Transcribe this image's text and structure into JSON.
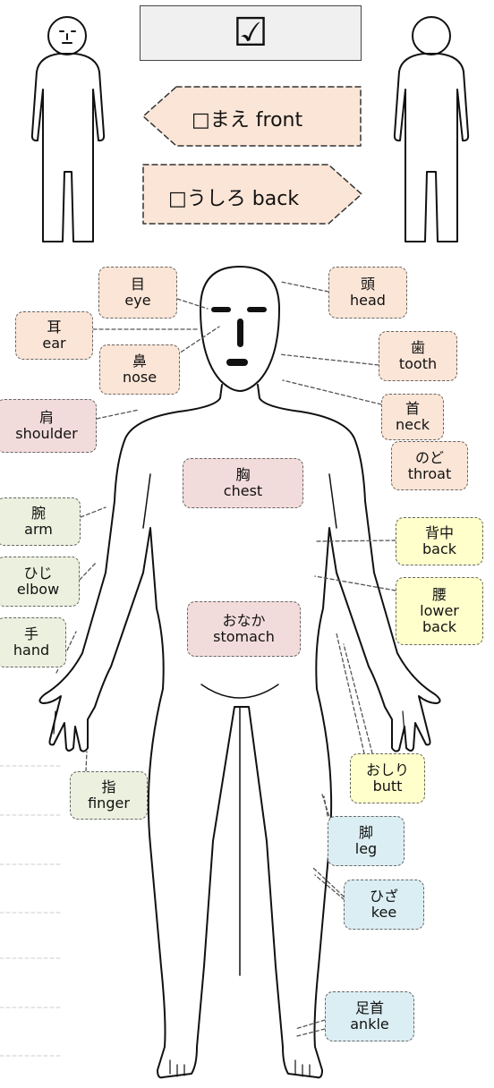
{
  "check_symbol": "☑",
  "buttons": {
    "front": "□まえ front",
    "back": "□うしろ back"
  },
  "labels": {
    "eye": {
      "jp": "目",
      "en": "eye"
    },
    "head": {
      "jp": "頭",
      "en": "head"
    },
    "ear": {
      "jp": "耳",
      "en": "ear"
    },
    "nose": {
      "jp": "鼻",
      "en": "nose"
    },
    "tooth": {
      "jp": "歯",
      "en": "tooth"
    },
    "shoulder": {
      "jp": "肩",
      "en": "shoulder"
    },
    "neck": {
      "jp": "首",
      "en": "neck"
    },
    "throat": {
      "jp": "のど",
      "en": "throat"
    },
    "chest": {
      "jp": "胸",
      "en": "chest"
    },
    "arm": {
      "jp": "腕",
      "en": "arm"
    },
    "upper_back": {
      "jp": "背中",
      "en": "back"
    },
    "elbow": {
      "jp": "ひじ",
      "en": "elbow"
    },
    "lower_back": {
      "jp": "腰",
      "en1": "lower",
      "en2": "back"
    },
    "hand": {
      "jp": "手",
      "en": "hand"
    },
    "stomach": {
      "jp": "おなか",
      "en": "stomach"
    },
    "butt": {
      "jp": "おしり",
      "en": "butt"
    },
    "finger": {
      "jp": "指",
      "en": "finger"
    },
    "leg": {
      "jp": "脚",
      "en": "leg"
    },
    "knee": {
      "jp": "ひざ",
      "en": "kee"
    },
    "ankle": {
      "jp": "足首",
      "en": "ankle"
    }
  },
  "colors": {
    "head_labels": "#fbe5d6",
    "torso_labels": "#f2dcdb",
    "arm_labels": "#ebf1de",
    "back_labels": "#ffffcc",
    "leg_labels": "#dbeef3"
  }
}
